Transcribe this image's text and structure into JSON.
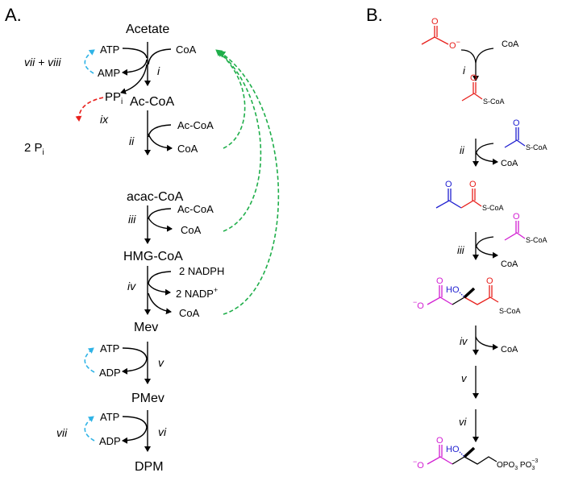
{
  "panel_a": {
    "label": "A.",
    "metabolites": {
      "acetate": "Acetate",
      "ac_coa": "Ac-CoA",
      "acac_coa": "acac-CoA",
      "hmg_coa": "HMG-CoA",
      "mev": "Mev",
      "pmev": "PMev",
      "dpm": "DPM"
    },
    "step1": {
      "numeral": "i",
      "in": "CoA",
      "cofactor_in": "ATP",
      "cofactor_out": "AMP",
      "by_product": "PP",
      "by_product_sub": "i",
      "regen": "vii + viii",
      "hydrolysis": "ix",
      "hydrolysis_product": "2 P",
      "hydrolysis_product_sub": "i"
    },
    "step2": {
      "numeral": "ii",
      "in": "Ac-CoA",
      "out": "CoA"
    },
    "step3": {
      "numeral": "iii",
      "in": "Ac-CoA",
      "out": "CoA"
    },
    "step4": {
      "numeral": "iv",
      "in": "2 NADPH",
      "out": "2 NADP",
      "out_sup": "+",
      "out2": "CoA"
    },
    "step5": {
      "numeral": "v",
      "in": "ATP",
      "out": "ADP"
    },
    "step6": {
      "numeral": "vi",
      "in": "ATP",
      "out": "ADP",
      "regen": "vii"
    }
  },
  "panel_b": {
    "label": "B.",
    "acetate_charge": "−",
    "step1": {
      "numeral": "i",
      "in": "CoA"
    },
    "acetyl_coa_tail": "S-CoA",
    "acetyl_o": "O",
    "step2": {
      "numeral": "ii",
      "in_tail": "S-CoA",
      "in_o": "O",
      "out": "CoA"
    },
    "acac": {
      "o1": "O",
      "o2": "O",
      "tail": "S-CoA"
    },
    "step3": {
      "numeral": "iii",
      "in_tail": "S-CoA",
      "in_o": "O",
      "out": "CoA"
    },
    "hmg": {
      "o_top": "O",
      "charge": "−",
      "o_minus": "O",
      "ho": "HO",
      "o_right": "O",
      "tail": "S-CoA"
    },
    "step4": {
      "numeral": "iv",
      "out": "CoA"
    },
    "step5": {
      "numeral": "v"
    },
    "step6": {
      "numeral": "vi"
    },
    "product": {
      "o_top": "O",
      "charge": "−",
      "o_minus": "O",
      "ho": "HO",
      "tail_o": "OPO",
      "tail_o_sub": "3",
      "tail_p": " PO",
      "tail_p_sub": "3",
      "tail_p_sup": "−3"
    }
  },
  "colors": {
    "black": "#000000",
    "red_acetate": "#e8201c",
    "blue_acetyl": "#1f1fd0",
    "magenta_acetyl": "#d21fd2",
    "cyan_regen": "#2fb3e6",
    "red_hydrolysis": "#e8201c",
    "green_recycle": "#1fae4a"
  }
}
